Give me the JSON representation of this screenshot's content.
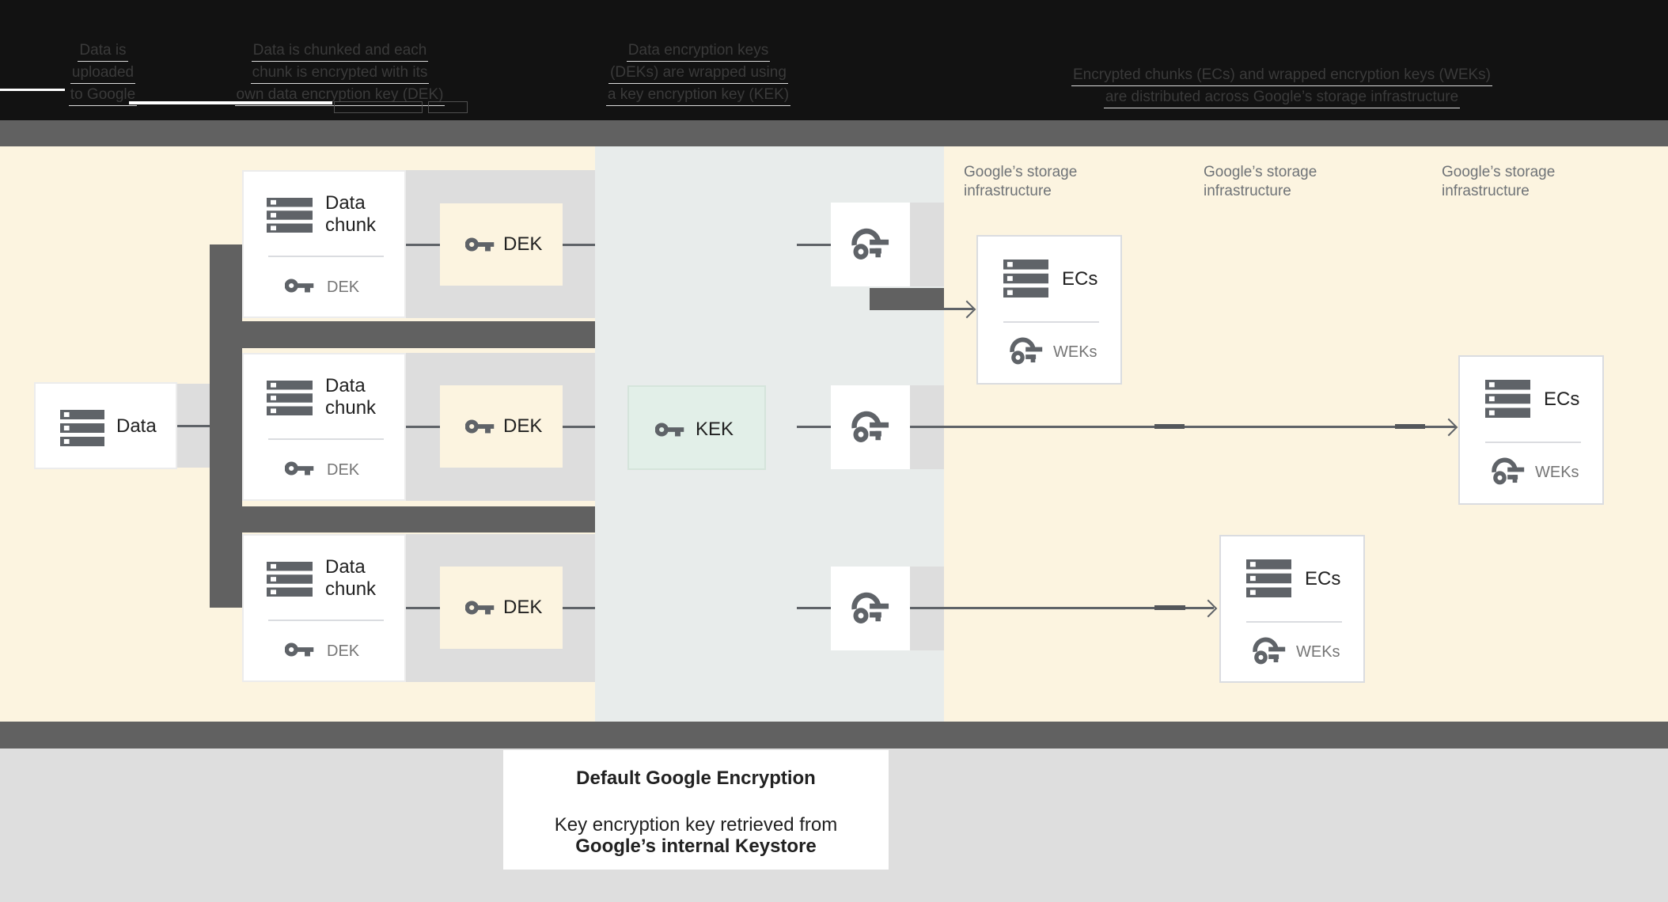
{
  "header": {
    "columns": [
      {
        "lines": [
          "Data is",
          "uploaded",
          "to Google"
        ]
      },
      {
        "lines": [
          "Data is chunked and each",
          "chunk is encrypted with its",
          "own data encryption key (DEK)"
        ]
      },
      {
        "lines": [
          "Data encryption keys",
          "(DEKs) are wrapped using",
          "a key encryption key (KEK)"
        ]
      },
      {
        "lines": [
          "Encrypted chunks (ECs) and wrapped encryption keys (WEKs)",
          "are distributed across Google’s storage infrastructure"
        ]
      }
    ]
  },
  "diagram": {
    "data_box": {
      "label": "Data"
    },
    "chunk_rows": [
      {
        "title": "Data\nchunk",
        "key_label": "DEK",
        "dek_box_label": "DEK"
      },
      {
        "title": "Data\nchunk",
        "key_label": "DEK",
        "dek_box_label": "DEK"
      },
      {
        "title": "Data\nchunk",
        "key_label": "DEK",
        "dek_box_label": "DEK"
      }
    ],
    "kek_box": {
      "label": "KEK"
    },
    "storage_labels": [
      {
        "line1": "Google’s storage",
        "line2": "infrastructure"
      },
      {
        "line1": "Google’s storage",
        "line2": "infrastructure"
      },
      {
        "line1": "Google’s storage",
        "line2": "infrastructure"
      }
    ],
    "ec_boxes": [
      {
        "title": "ECs",
        "key_label": "WEKs"
      },
      {
        "title": "ECs",
        "key_label": "WEKs"
      },
      {
        "title": "ECs",
        "key_label": "WEKs"
      }
    ]
  },
  "caption": {
    "title": "Default Google Encryption",
    "line2": "Key encryption key retrieved from",
    "line3": "Google’s internal Keystore"
  },
  "colors": {
    "canvas_cream": "#FCF4E0",
    "kek_zone_blue_gray": "#E8ECEB",
    "connector_dark_gray": "#616161",
    "panel_light_gray": "#DDDDDD",
    "kek_green": "#E2EFE8",
    "icon_gray": "#5F6368",
    "muted_text": "#757575",
    "box_text": "#212121"
  }
}
